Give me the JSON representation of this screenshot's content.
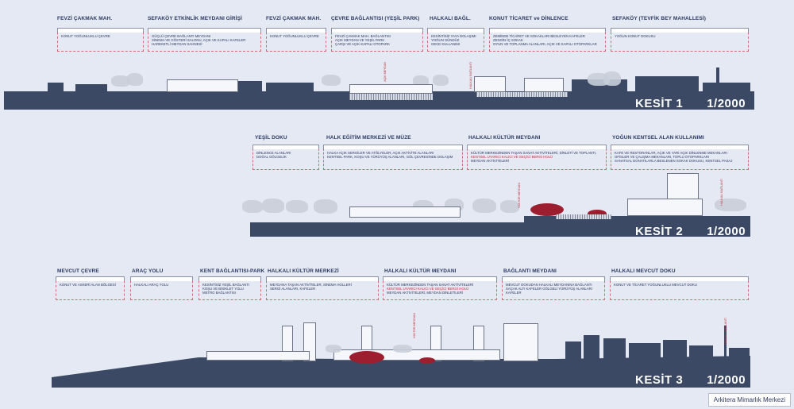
{
  "sections": [
    {
      "title": "KESİT 1",
      "scale": "1/2000",
      "zones": [
        {
          "label": "FEVZİ ÇAKMAK MAH.",
          "text": "KONUT YOĞUNLUKLU ÇEVRE"
        },
        {
          "label": "SEFAKÖY ETKİNLİK MEYDANI GİRİŞİ",
          "text": "GÜÇLÜ ÇEVRE BAĞLANTI MEYDANI\nSİNEMA VE GÖSTERİ SALONU, AÇIK VE KAPALI KAFELER\nHAREKETLİ MEYDAN SAHNESİ"
        },
        {
          "label": "FEVZİ ÇAKMAK MAH.",
          "text": "KONUT YOĞUNLUKLU ÇEVRE"
        },
        {
          "label": "ÇEVRE BAĞLANTISI (YEŞİL PARK)",
          "text": "FEVZİ ÇAKMAK MAH. BAĞLANTISI\nAÇIK MEYDAN VE YEŞİL PARK\nÇARŞI VE AÇIK-KAPALI OTOPARK"
        },
        {
          "label": "HALKALI BAĞL.",
          "text": "KESİNTİSİZ YAYA DOLAŞIMI\nYOĞUN GÜNDÜZ\nGECE KULLANIMI"
        },
        {
          "label": "KONUT TİCARET ve DİNLENCE",
          "text": "ZEMİNDE TİCARET VE SOKAKLARI BESLEYEN KAFELER\nZENGİN İÇ SOKAK\nOYUN VE TOPLANMA ALANLARI, AÇIK VE KAPALI OTOPARKLAR"
        },
        {
          "label": "SEFAKÖY (TEVFİK BEY MAHALLESİ)",
          "text": "YOĞUN KONUT DOKUSU"
        }
      ],
      "vertical_notes": [
        "AÇIK MEYDAN",
        "HALKALI BAĞLANTI"
      ]
    },
    {
      "title": "KESİT 2",
      "scale": "1/2000",
      "zones": [
        {
          "label": "YEŞİL DOKU",
          "text": "DİNLENCE ALANLARI\nDOĞAL GÖLGELİK"
        },
        {
          "label": "HALK EĞİTİM MERKEZİ VE MÜZE",
          "text": "HALKA AÇIK SERGİLER VE ATÖLYELER, AÇIK AKTİVİTE ALANLARI\nKENTSEL PARK, KOŞU VE YÜRÜYÜŞ ALANLARI, GÖL ÇEVRESİNDE DOLAŞIM"
        },
        {
          "label": "HALKALI KÜLTÜR MEYDANI",
          "text": "KÜLTÜR MERKEZİNDEN TAŞAN SANAT AKTİVİTELERİ, DİNLETİ VE TOPLANTI,",
          "red": "KENTSEL UYARICI KALICI VE GEÇİCİ BERGİ HOLÜ",
          "text2": "MEYDAN AKTİVİTELERİ"
        },
        {
          "label": "YOĞUN KENTSEL ALAN KULLANIMI",
          "text": "KAFE VE RESTORANLAR, AÇIK VE YARI AÇIK DİNLENME MEKANLARI\nOFİSLER VE ÇALIŞMA MEKANLARI, TOPLU OTOPARKLARI\nSANATSAL DONATILARLA BESLENEN SOKAK DOKUSU, KENTSEL PASAJ"
        }
      ],
      "vertical_notes": [
        "KÜLTÜR MEYDANI",
        "HALKALI BAĞLANTI"
      ]
    },
    {
      "title": "KESİT 3",
      "scale": "1/2000",
      "zones": [
        {
          "label": "MEVCUT ÇEVRE",
          "text": "KONUT VE ASKERİ ALAN BÖLGESİ"
        },
        {
          "label": "ARAÇ YOLU",
          "text": "HALKALI ARAÇ YOLU"
        },
        {
          "label": "KENT BAĞLANTISI-PARK",
          "text": "KESİNTİSİZ YEŞİL BAĞLANTI\nKOŞU VE BİSİKLET YOLU\nMETRO BAĞLANTISI"
        },
        {
          "label": "HALKALI KÜLTÜR MERKEZİ",
          "text": "MEYDANA TAŞAN AKTİVİTELER, SİNEMA HOLLERİ\nSERGİ ALANLARI, KAFELER"
        },
        {
          "label": "HALKALI KÜLTÜR MEYDANI",
          "text": "KÜLTÜR MERKEZİNDEN TAŞAN SANAT AKTİVİTELERİ",
          "red": "KENTSEL UYARICI KALICI VE GEÇİCİ BERGİ HOLÜ",
          "text2": "MEYDAN AKTİVİTELERİ, MEYDAN DİNLETİLERİ"
        },
        {
          "label": "BAĞLANTI MEYDANI",
          "text": "MEVCUT DOKUDAN HALKALI MEYDANINA BAĞLANTI\nSAÇAK ALTI KAFELER GÖLGELİ YÜRÜYÜŞ ALANLARI\nKAFELER"
        },
        {
          "label": "HALKALI MEVCUT DOKU",
          "text": "KONUT VE TİCARET YOĞUNLUKLU MEVCUT DOKU"
        }
      ],
      "vertical_notes": [
        "KÜLTÜR MEYDANI",
        "HALKALI BAĞLANTI"
      ]
    }
  ],
  "credit": "Arkitera Mimarlık Merkezi",
  "colors": {
    "ground": "#3b4964",
    "accent": "#9c1e2f",
    "background": "#e4e9f3"
  }
}
